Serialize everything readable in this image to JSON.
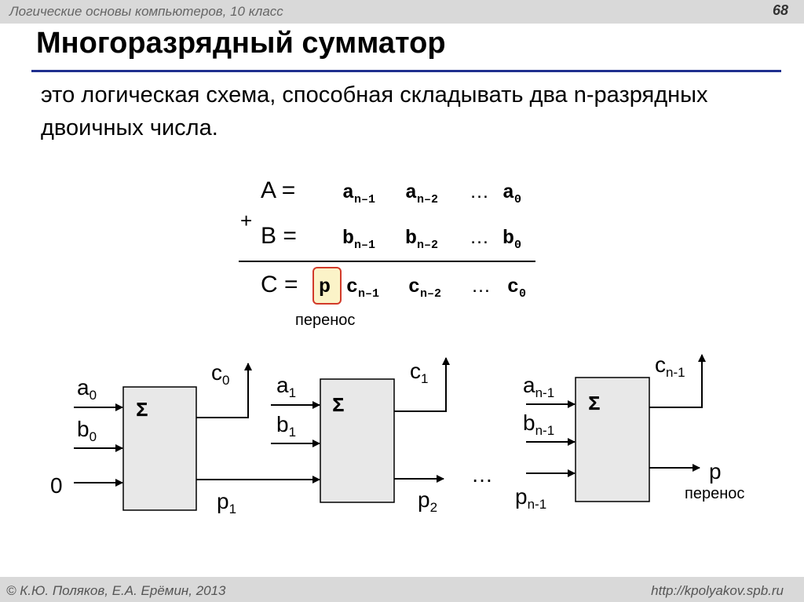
{
  "header": {
    "course": "Логические основы компьютеров, 10 класс",
    "page_number": "68"
  },
  "title": "Многоразрядный сумматор",
  "definition": "это логическая схема, способная складывать два n-разрядных двоичных числа.",
  "formula": {
    "a_label": "A =",
    "b_label": "B =",
    "c_label": "C =",
    "plus": "+",
    "a_digits": [
      {
        "b": "a",
        "s": "n–1"
      },
      {
        "b": "a",
        "s": "n–2"
      },
      {
        "b": "a",
        "s": "0"
      }
    ],
    "b_digits": [
      {
        "b": "b",
        "s": "n–1"
      },
      {
        "b": "b",
        "s": "n–2"
      },
      {
        "b": "b",
        "s": "0"
      }
    ],
    "c_digits": [
      {
        "b": "c",
        "s": "n–1"
      },
      {
        "b": "c",
        "s": "n–2"
      },
      {
        "b": "c",
        "s": "0"
      }
    ],
    "ellipsis": "…",
    "carry_symbol": "p",
    "carry_caption": "перенос"
  },
  "diagram": {
    "sigma": "Σ",
    "zero_input": "0",
    "ellipsis": "…",
    "adder1": {
      "a": "a",
      "a_sub": "0",
      "b": "b",
      "b_sub": "0",
      "c": "c",
      "c_sub": "0",
      "p": "p",
      "p_sub": "1"
    },
    "adder2": {
      "a": "a",
      "a_sub": "1",
      "b": "b",
      "b_sub": "1",
      "c": "c",
      "c_sub": "1",
      "p": "p",
      "p_sub": "2"
    },
    "adder3": {
      "a": "a",
      "a_sub": "n-1",
      "b": "b",
      "b_sub": "n-1",
      "c": "c",
      "c_sub": "n-1",
      "p_in": "p",
      "p_in_sub": "n-1",
      "p_out": "p",
      "p_out_caption": "перенос"
    }
  },
  "footer": {
    "authors": "© К.Ю. Поляков, Е.А. Ерёмин, 2013",
    "url": "http://kpolyakov.spb.ru"
  }
}
